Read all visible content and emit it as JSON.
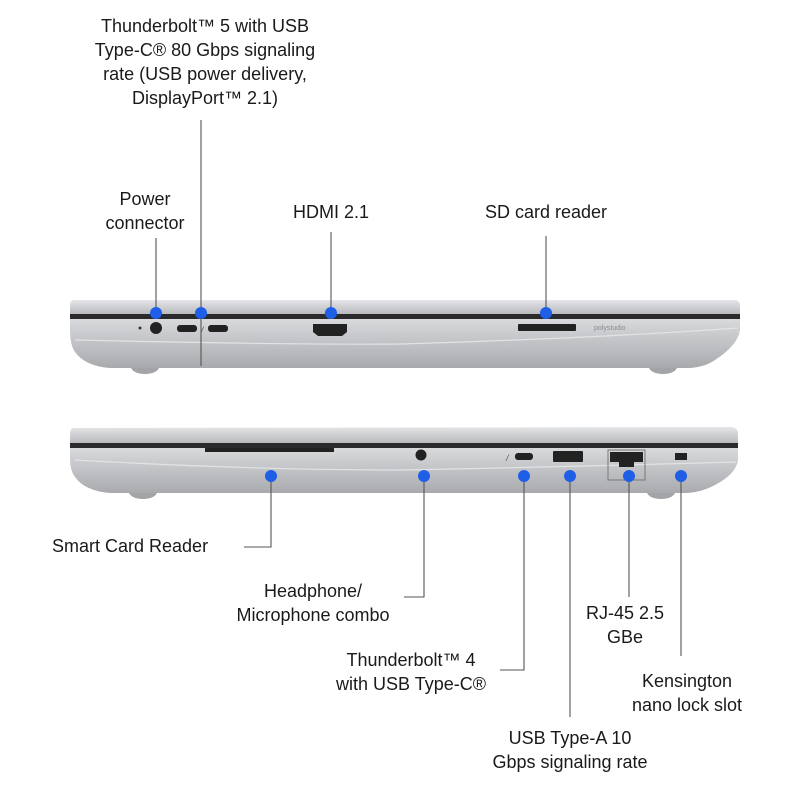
{
  "colors": {
    "dot": "#1f5fe8",
    "leader": "#555555",
    "body": "#c7c8cb",
    "port": "#1a1a1a"
  },
  "brand_mark": "polystudio",
  "left_side": {
    "ports": [
      {
        "id": "power",
        "lines": [
          "Power",
          "connector"
        ]
      },
      {
        "id": "tb5",
        "lines": [
          "Thunderbolt™ 5 with USB",
          "Type-C® 80 Gbps signaling",
          "rate (USB power delivery,",
          "DisplayPort™ 2.1)"
        ]
      },
      {
        "id": "hdmi",
        "lines": [
          "HDMI 2.1"
        ]
      },
      {
        "id": "sd",
        "lines": [
          "SD card reader"
        ]
      }
    ]
  },
  "right_side": {
    "ports": [
      {
        "id": "smartcard",
        "lines": [
          "Smart Card Reader"
        ]
      },
      {
        "id": "audio",
        "lines": [
          "Headphone/",
          "Microphone combo"
        ]
      },
      {
        "id": "tb4",
        "lines": [
          "Thunderbolt™ 4",
          "with USB Type-C®"
        ]
      },
      {
        "id": "usba",
        "lines": [
          "USB Type-A 10",
          "Gbps signaling rate"
        ]
      },
      {
        "id": "rj45",
        "lines": [
          "RJ-45 2.5",
          "GBe"
        ]
      },
      {
        "id": "kensington",
        "lines": [
          "Kensington",
          "nano lock slot"
        ]
      }
    ]
  }
}
